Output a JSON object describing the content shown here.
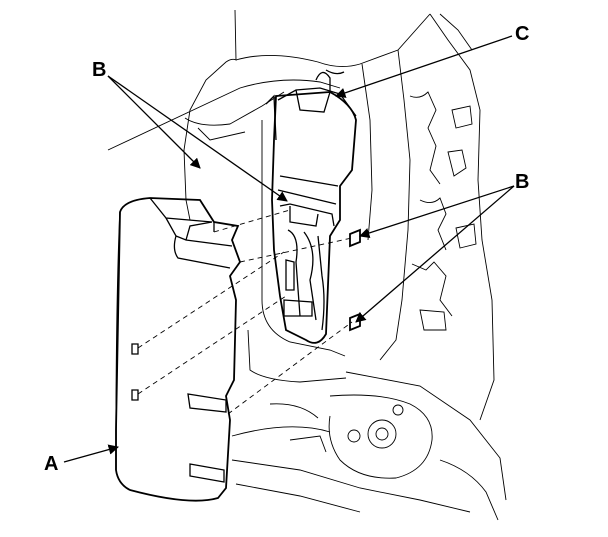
{
  "callouts": {
    "a": "A",
    "b_left": "B",
    "b_right": "B",
    "c": "C"
  },
  "colors": {
    "line": "#000000",
    "background": "#ffffff"
  }
}
